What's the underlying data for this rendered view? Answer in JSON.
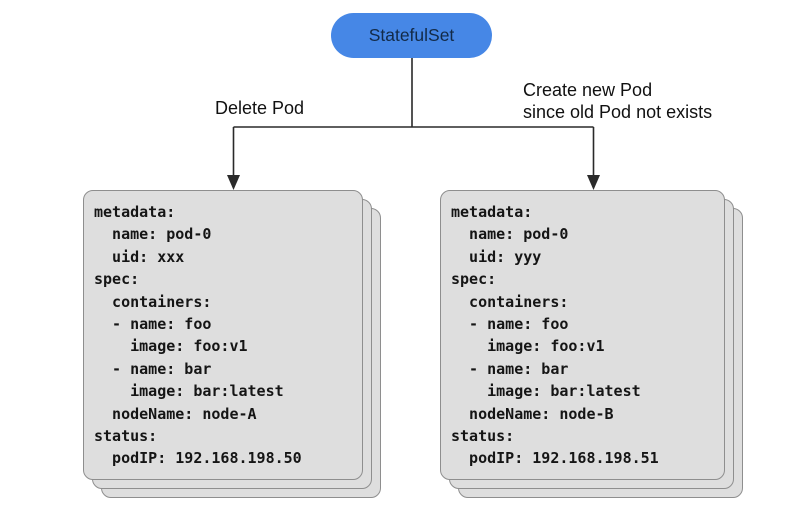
{
  "colors": {
    "accent_blue": "#4687e6",
    "node_text": "#122a47",
    "card_bg": "#dedede",
    "card_border": "#8e8e8e",
    "line": "#2a2a2a"
  },
  "diagram": {
    "root_label": "StatefulSet",
    "left_branch_label": "Delete Pod",
    "right_branch_label": "Create new Pod\nsince old Pod not exists",
    "left_pod_yaml": "metadata:\n  name: pod-0\n  uid: xxx\nspec:\n  containers:\n  - name: foo\n    image: foo:v1\n  - name: bar\n    image: bar:latest\n  nodeName: node-A\nstatus:\n  podIP: 192.168.198.50",
    "right_pod_yaml": "metadata:\n  name: pod-0\n  uid: yyy\nspec:\n  containers:\n  - name: foo\n    image: foo:v1\n  - name: bar\n    image: bar:latest\n  nodeName: node-B\nstatus:\n  podIP: 192.168.198.51"
  }
}
